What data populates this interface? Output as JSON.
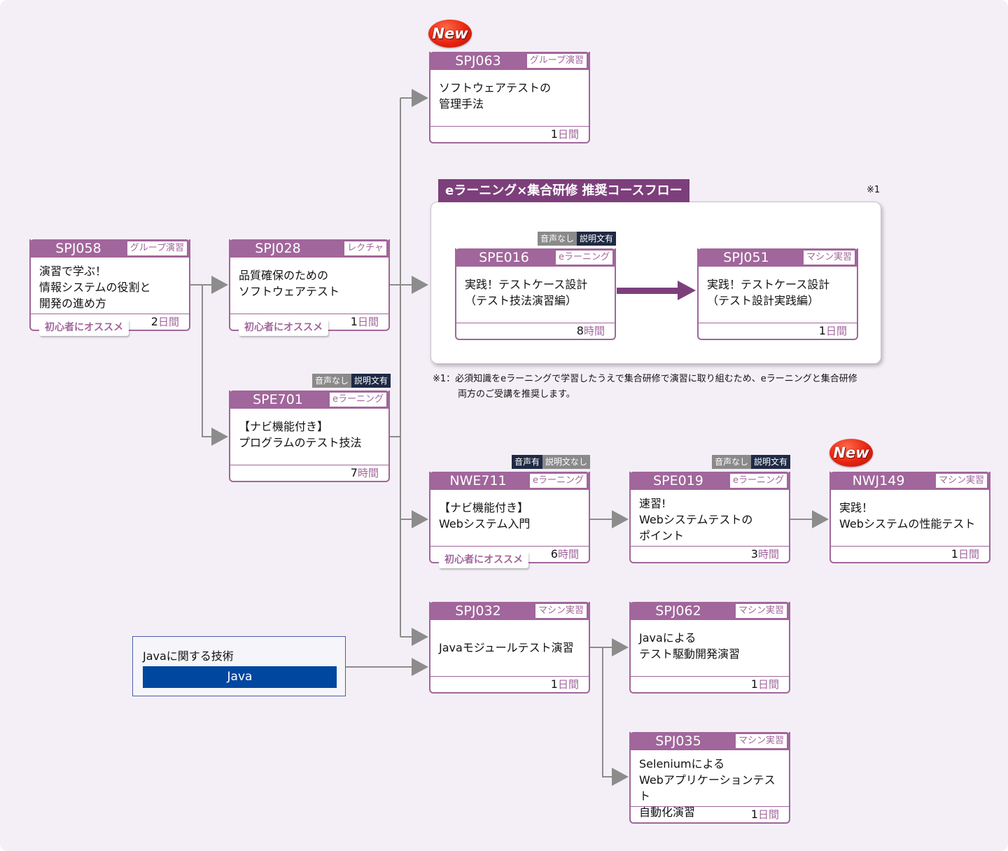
{
  "colors": {
    "course": "#a1669b",
    "flow_label": "#7d3f7b",
    "java": "#0047a0",
    "connector": "#8c8c8c"
  },
  "flow_label": "eラーニング×集合研修 推奨コースフロー",
  "note_mark": "※1",
  "note": {
    "line1": "※1：必須知識をeラーニングで学習したうえで集合研修で演習に取り組むため、eラーニングと集合研修",
    "line2": "両方のご受講を推奨します。"
  },
  "new_label": "New",
  "java_group": {
    "title": "Javaに関する技術",
    "tag": "Java"
  },
  "courses": {
    "spj058": {
      "code": "SPJ058",
      "type": "グループ演習",
      "title": "演習で学ぶ！\n情報システムの役割と\n開発の進め方",
      "dur_num": "2",
      "dur_unit": "日間",
      "badge": "初心者にオススメ"
    },
    "spj028": {
      "code": "SPJ028",
      "type": "レクチャ",
      "title": "品質確保のための\nソフトウェアテスト",
      "dur_num": "1",
      "dur_unit": "日間",
      "badge": "初心者にオススメ"
    },
    "spe701": {
      "code": "SPE701",
      "type": "eラーニング",
      "title": "【ナビ機能付き】\nプログラムのテスト技法",
      "dur_num": "7",
      "dur_unit": "時間",
      "audio": [
        "音声なし",
        "説明文有"
      ]
    },
    "spj063": {
      "code": "SPJ063",
      "type": "グループ演習",
      "title": "ソフトウェアテストの\n管理手法",
      "dur_num": "1",
      "dur_unit": "日間"
    },
    "spe016": {
      "code": "SPE016",
      "type": "eラーニング",
      "title": "実践！テストケース設計\n（テスト技法演習編）",
      "dur_num": "8",
      "dur_unit": "時間",
      "audio": [
        "音声なし",
        "説明文有"
      ]
    },
    "spj051": {
      "code": "SPJ051",
      "type": "マシン実習",
      "title": "実践！テストケース設計\n（テスト設計実践編）",
      "dur_num": "1",
      "dur_unit": "日間"
    },
    "nwe711": {
      "code": "NWE711",
      "type": "eラーニング",
      "title": "【ナビ機能付き】\nWebシステム入門",
      "dur_num": "6",
      "dur_unit": "時間",
      "badge": "初心者にオススメ",
      "audio": [
        "音声有",
        "説明文なし"
      ]
    },
    "spe019": {
      "code": "SPE019",
      "type": "eラーニング",
      "title": "速習!\nWebシステムテストの\nポイント",
      "dur_num": "3",
      "dur_unit": "時間",
      "audio": [
        "音声なし",
        "説明文有"
      ]
    },
    "nwj149": {
      "code": "NWJ149",
      "type": "マシン実習",
      "title": "実践！\nWebシステムの性能テスト",
      "dur_num": "1",
      "dur_unit": "日間"
    },
    "spj032": {
      "code": "SPJ032",
      "type": "マシン実習",
      "title": "Javaモジュールテスト演習",
      "dur_num": "1",
      "dur_unit": "日間"
    },
    "spj062": {
      "code": "SPJ062",
      "type": "マシン実習",
      "title": "Javaによる\nテスト駆動開発演習",
      "dur_num": "1",
      "dur_unit": "日間"
    },
    "spj035": {
      "code": "SPJ035",
      "type": "マシン実習",
      "title": "Seleniumによる\nWebアプリケーションテスト\n自動化演習",
      "dur_num": "1",
      "dur_unit": "日間"
    }
  }
}
